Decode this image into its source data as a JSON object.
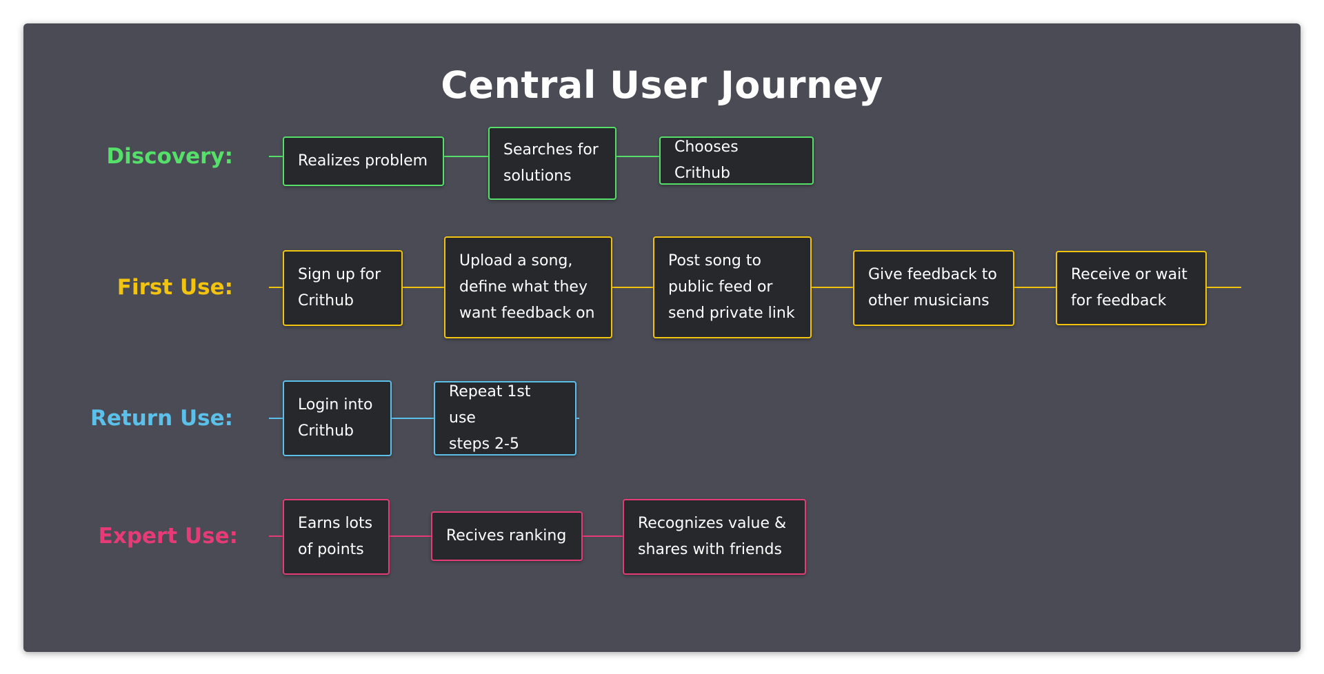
{
  "title": "Central User Journey",
  "colors": {
    "discovery": "#55e06a",
    "first_use": "#f2c40f",
    "return_use": "#5bc0ea",
    "expert_use": "#e63b76"
  },
  "rows": [
    {
      "label": "Discovery:",
      "color_key": "discovery",
      "steps": [
        "Realizes problem",
        "Searches for\nsolutions",
        "Chooses Crithub"
      ]
    },
    {
      "label": "First Use:",
      "color_key": "first_use",
      "steps": [
        "Sign up for\nCrithub",
        "Upload a song,\ndefine what they\nwant feedback on",
        "Post song to\npublic feed or\nsend private link",
        "Give feedback to\nother musicians",
        "Receive or wait\nfor feedback"
      ]
    },
    {
      "label": "Return Use:",
      "color_key": "return_use",
      "steps": [
        "Login into\nCrithub",
        "Repeat 1st use\nsteps 2-5"
      ]
    },
    {
      "label": "Expert Use:",
      "color_key": "expert_use",
      "steps": [
        "Earns lots\nof points",
        "Recives ranking",
        "Recognizes value &\nshares with friends"
      ]
    }
  ]
}
